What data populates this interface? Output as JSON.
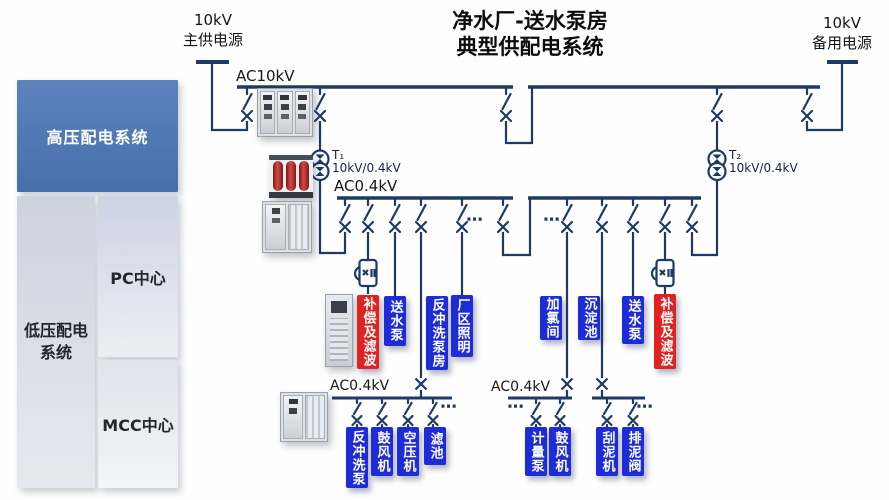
{
  "title": {
    "line1": "净水厂-送水泵房",
    "line2": "典型供配电系统"
  },
  "sources": {
    "main": {
      "voltage": "10kV",
      "name": "主供电源"
    },
    "backup": {
      "voltage": "10kV",
      "name": "备用电源"
    }
  },
  "sidebar": {
    "hv_system": "高压配电系统",
    "lv_system_line1": "低压配电",
    "lv_system_line2": "系统",
    "pc_center": "PC中心",
    "mcc_center": "MCC中心"
  },
  "bus_labels": {
    "hv": "AC10kV",
    "pc": "AC0.4kV",
    "mcc1": "AC0.4kV",
    "mcc2": "AC0.4kV"
  },
  "transformers": {
    "t1": {
      "name": "T₁",
      "ratio": "10kV/0.4kV"
    },
    "t2": {
      "name": "T₂",
      "ratio": "10kV/0.4kV"
    }
  },
  "loads": {
    "pc_bus1": [
      {
        "label": "补偿及滤波",
        "color": "red"
      },
      {
        "label": "送水泵",
        "color": "blue"
      },
      {
        "label": "反冲洗泵房",
        "color": "blue"
      },
      {
        "label": "厂区照明",
        "color": "blue"
      }
    ],
    "pc_bus2": [
      {
        "label": "加氯间",
        "color": "blue"
      },
      {
        "label": "沉淀池",
        "color": "blue"
      },
      {
        "label": "送水泵",
        "color": "blue"
      },
      {
        "label": "补偿及滤波",
        "color": "red"
      }
    ],
    "mcc_bus1": [
      {
        "label": "反冲洗泵"
      },
      {
        "label": "鼓风机"
      },
      {
        "label": "空压机"
      },
      {
        "label": "滤池"
      }
    ],
    "mcc_bus2a": [
      {
        "label": "计量泵"
      },
      {
        "label": "鼓风机"
      }
    ],
    "mcc_bus2b": [
      {
        "label": "刮泥机"
      },
      {
        "label": "排泥阀"
      }
    ]
  },
  "ellipsis": "⋯",
  "colors": {
    "line": "#1e3a64",
    "load_blue": "#1d2cd6",
    "load_red": "#e12222",
    "hv_box": "#4d79b4"
  }
}
